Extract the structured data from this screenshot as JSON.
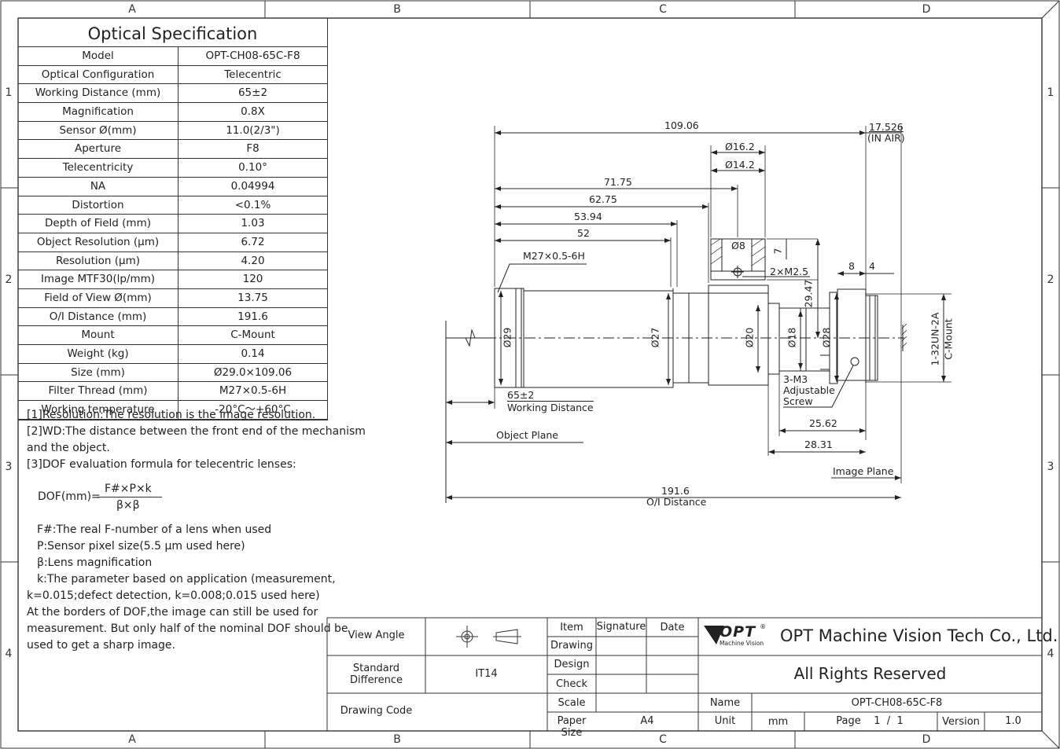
{
  "frame": {
    "columns": [
      "A",
      "B",
      "C",
      "D"
    ],
    "rows": [
      "1",
      "2",
      "3",
      "4"
    ]
  },
  "spec": {
    "title": "Optical Specification",
    "rows": [
      {
        "k": "Model",
        "v": "OPT-CH08-65C-F8"
      },
      {
        "k": "Optical Configuration",
        "v": "Telecentric"
      },
      {
        "k": "Working Distance (mm)",
        "v": "65±2"
      },
      {
        "k": "Magnification",
        "v": "0.8X"
      },
      {
        "k": "Sensor Ø(mm)",
        "v": "11.0(2/3\")"
      },
      {
        "k": "Aperture",
        "v": "F8"
      },
      {
        "k": "Telecentricity",
        "v": "0.10°"
      },
      {
        "k": "NA",
        "v": "0.04994"
      },
      {
        "k": "Distortion",
        "v": "<0.1%"
      },
      {
        "k": "Depth of Field (mm)",
        "v": "1.03"
      },
      {
        "k": "Object Resolution (μm)",
        "v": "6.72"
      },
      {
        "k": "Resolution (μm)",
        "v": "4.20"
      },
      {
        "k": "Image MTF30(lp/mm)",
        "v": "120"
      },
      {
        "k": "Field of View Ø(mm)",
        "v": "13.75"
      },
      {
        "k": "O/I Distance (mm)",
        "v": "191.6"
      },
      {
        "k": "Mount",
        "v": "C-Mount"
      },
      {
        "k": "Weight (kg)",
        "v": "0.14"
      },
      {
        "k": "Size (mm)",
        "v": "Ø29.0×109.06"
      },
      {
        "k": "Filter Thread (mm)",
        "v": "M27×0.5-6H"
      },
      {
        "k": "Working temperature",
        "v": "-20°C～+60°C"
      }
    ]
  },
  "notes": {
    "n1": "[1]Resolution:The resolution is the image resolution.",
    "n2a": "[2]WD:The distance between the front end of the mechanism",
    "n2b": "and the object.",
    "n3": "[3]DOF evaluation formula for telecentric lenses:",
    "formula_lhs": "DOF(mm)=",
    "formula_num": "F#×P×k",
    "formula_den": "β×β",
    "d1": "F#:The real F-number of a lens when used",
    "d2": "P:Sensor pixel size(5.5 μm used here)",
    "d3": "β:Lens magnification",
    "d4a": "k:The parameter based on application (measurement,",
    "d4b": "k=0.015;defect detection, k=0.008;0.015 used here)",
    "d5a": "At the borders of DOF,the image can still be used for",
    "d5b": "measurement. But only half of the nominal DOF should be",
    "d5c": "used to get a sharp image."
  },
  "drawing": {
    "dim_total_len": "109.06",
    "dim_air": "17.526",
    "dim_air_note": "(IN AIR)",
    "dim_16_2": "Ø16.2",
    "dim_14_2": "Ø14.2",
    "dim_71_75": "71.75",
    "dim_62_75": "62.75",
    "dim_53_94": "53.94",
    "dim_52": "52",
    "thread_note": "M27×0.5-6H",
    "dim_8_top": "Ø8",
    "dim_7": "7",
    "screw_note": "2×M2.5",
    "dim_29_47": "29.47",
    "dim_8": "8",
    "dim_4": "4",
    "dia_29": "Ø29",
    "dia_27": "Ø27",
    "dia_20": "Ø20",
    "dia_18": "Ø18",
    "dia_28": "Ø28",
    "mount_thread": "1-32UN-2A",
    "mount_name": "C-Mount",
    "wd_value": "65±2",
    "wd_label": "Working Distance",
    "adj_1": "3-M3",
    "adj_2": "Adjustable",
    "adj_3": "Screw",
    "object_plane": "Object Plane",
    "dim_25_62": "25.62",
    "dim_28_31": "28.31",
    "image_plane": "Image Plane",
    "oi_value": "191.6",
    "oi_label": "O/I Distance"
  },
  "titleblock": {
    "view_angle": "View Angle",
    "std_diff_1": "Standard",
    "std_diff_2": "Difference",
    "std_value": "IT14",
    "drawing_code": "Drawing Code",
    "item": "Item",
    "signature": "Signature",
    "date": "Date",
    "drawing": "Drawing",
    "design": "Design",
    "check": "Check",
    "scale": "Scale",
    "paper_size": "Paper Size",
    "paper_value": "A4",
    "logo_text": "OPT",
    "logo_sub": "Machine Vision",
    "company": "OPT Machine Vision Tech Co., Ltd.",
    "rights": "All Rights Reserved",
    "name_label": "Name",
    "name_value": "OPT-CH08-65C-F8",
    "unit_label": "Unit",
    "unit_value": "mm",
    "page_label": "Page",
    "page_value": "1  /  1",
    "version_label": "Version",
    "version_value": "1.0"
  }
}
